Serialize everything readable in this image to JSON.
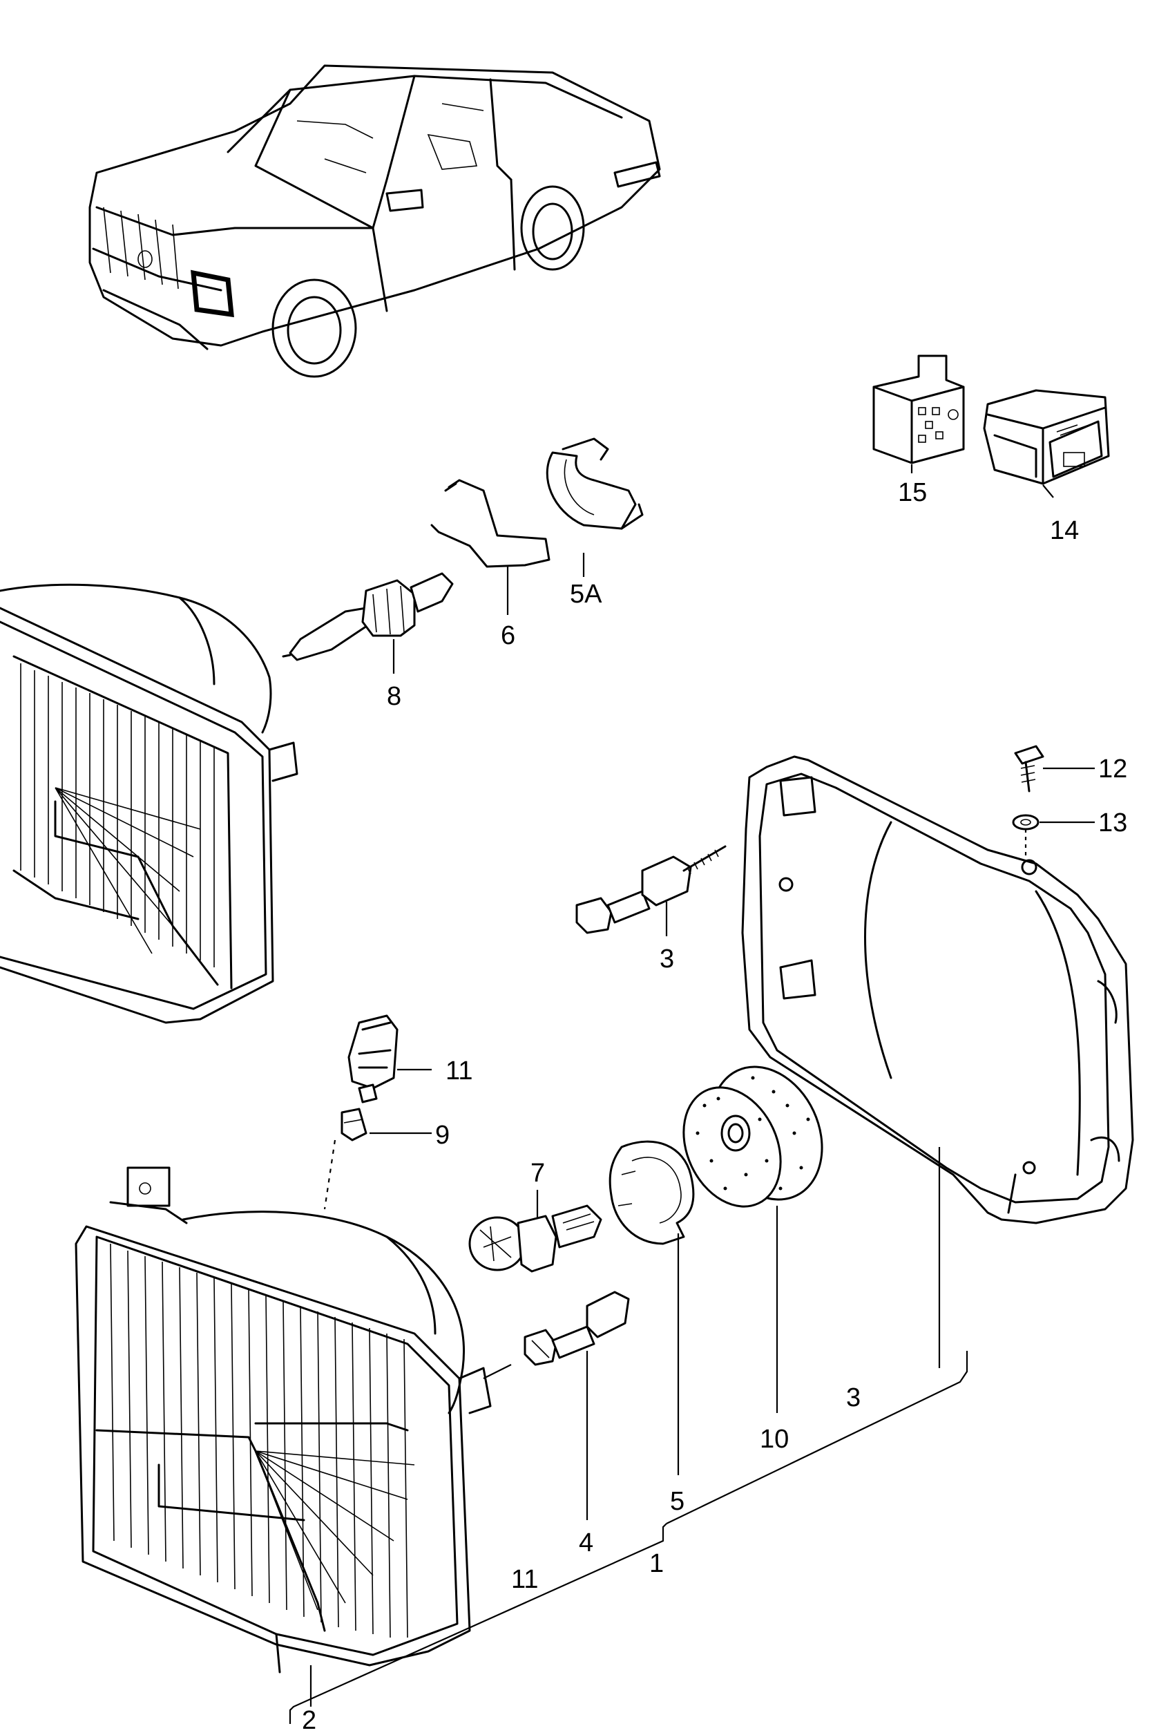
{
  "labels": {
    "l1": "1",
    "l2": "2",
    "l3a": "3",
    "l3b": "3",
    "l4": "4",
    "l5": "5",
    "l5a": "5A",
    "l6": "6",
    "l7": "7",
    "l8": "8",
    "l9": "9",
    "l10": "10",
    "l11a": "11",
    "l11b": "11",
    "l12": "12",
    "l13": "13",
    "l14": "14",
    "l15": "15"
  }
}
